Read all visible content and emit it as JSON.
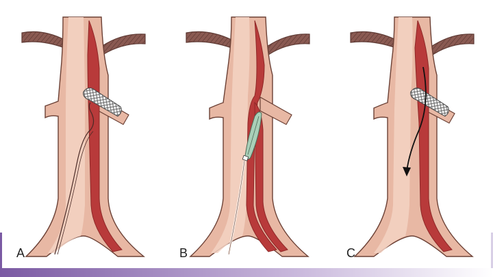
{
  "panels": [
    {
      "label": "A",
      "stage": "guidewire-through-false-lumen"
    },
    {
      "label": "B",
      "stage": "balloon-catheter-in-false-lumen"
    },
    {
      "label": "C",
      "stage": "flow-arrow-after-fenestration"
    }
  ],
  "colors": {
    "vessel_wall": "#e8b8a4",
    "vessel_inner": "#f3d2c3",
    "vessel_outline": "#6b4035",
    "false_lumen": "#b83a3a",
    "false_lumen_dark": "#8e2727",
    "artery_branch": "#8a5a52",
    "stent": "#ececec",
    "balloon": "#a9cfb8",
    "wire": "#4a2a26",
    "arrow": "#111111",
    "bar_start": "#7b5aa3",
    "bar_end": "#ffffff",
    "label": "#222222"
  },
  "icons": [
    "stent-mesh-icon",
    "balloon-catheter-icon",
    "flow-arrow-icon"
  ]
}
